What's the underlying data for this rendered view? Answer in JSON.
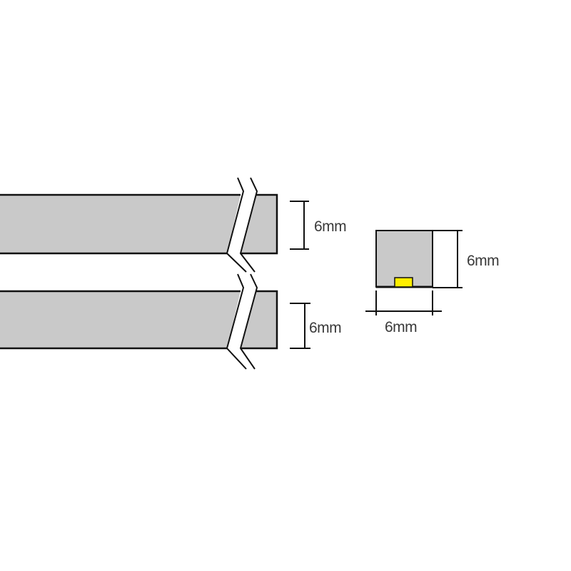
{
  "labels": {
    "top_strip_height": "6mm",
    "bottom_strip_height": "6mm",
    "cross_section_height": "6mm",
    "cross_section_width": "6mm"
  },
  "colors": {
    "profile_fill": "#c9c9c9",
    "outline": "#111111",
    "led": "#ffee00"
  }
}
